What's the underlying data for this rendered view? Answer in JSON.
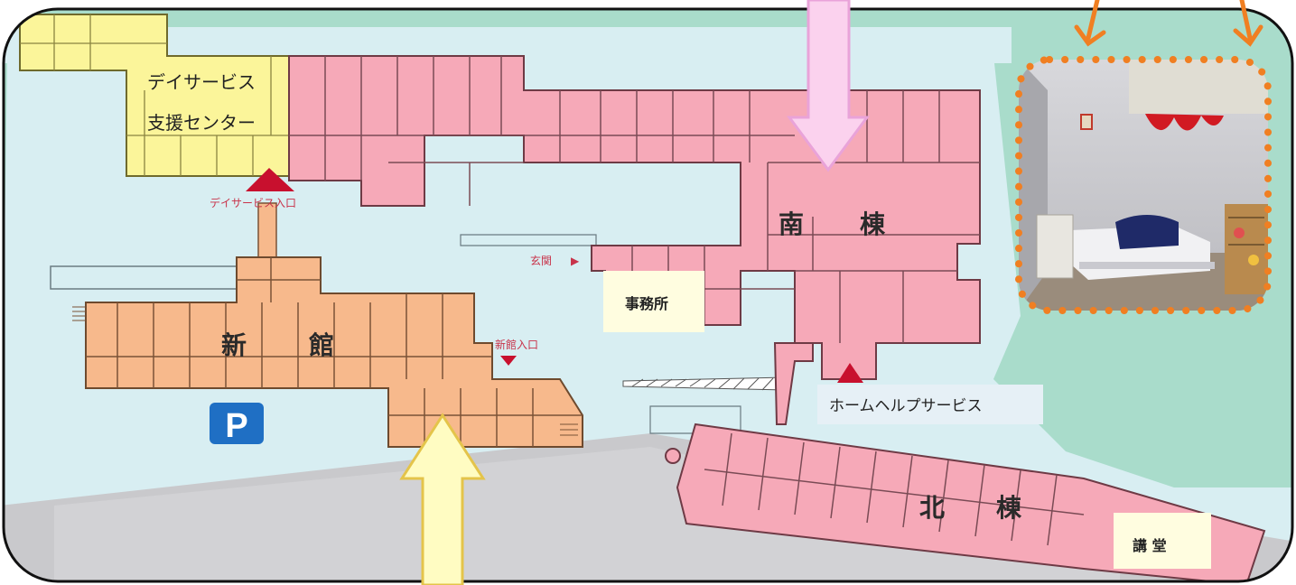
{
  "map": {
    "buildings": {
      "day_service": {
        "line1": "デイサービス",
        "line2": "支援センター"
      },
      "south": {
        "label_a": "南",
        "label_b": "棟"
      },
      "new": {
        "label_a": "新",
        "label_b": "館"
      },
      "north": {
        "label_a": "北",
        "label_b": "棟"
      }
    },
    "labels": {
      "office": "事務所",
      "home_help": "ホームヘルプサービス",
      "hall": "講 堂",
      "entrance": "玄関",
      "entrance_arrow": "▶",
      "day_service_entrance": "デイサービス入口",
      "new_wing_entrance": "新館入口",
      "parking": "P"
    },
    "colors": {
      "background_green": "#a9dccb",
      "site_water": "#d8eef2",
      "road": "#c8c8cc",
      "south_wing": "#f6a9b8",
      "new_wing": "#f7b98c",
      "day_service": "#fbf59a",
      "parking_badge": "#1f6fc4",
      "entrance_marker": "#c8102e",
      "photo_border": "#f07f22"
    },
    "photo": {
      "alt_icon": "room-photo"
    }
  }
}
